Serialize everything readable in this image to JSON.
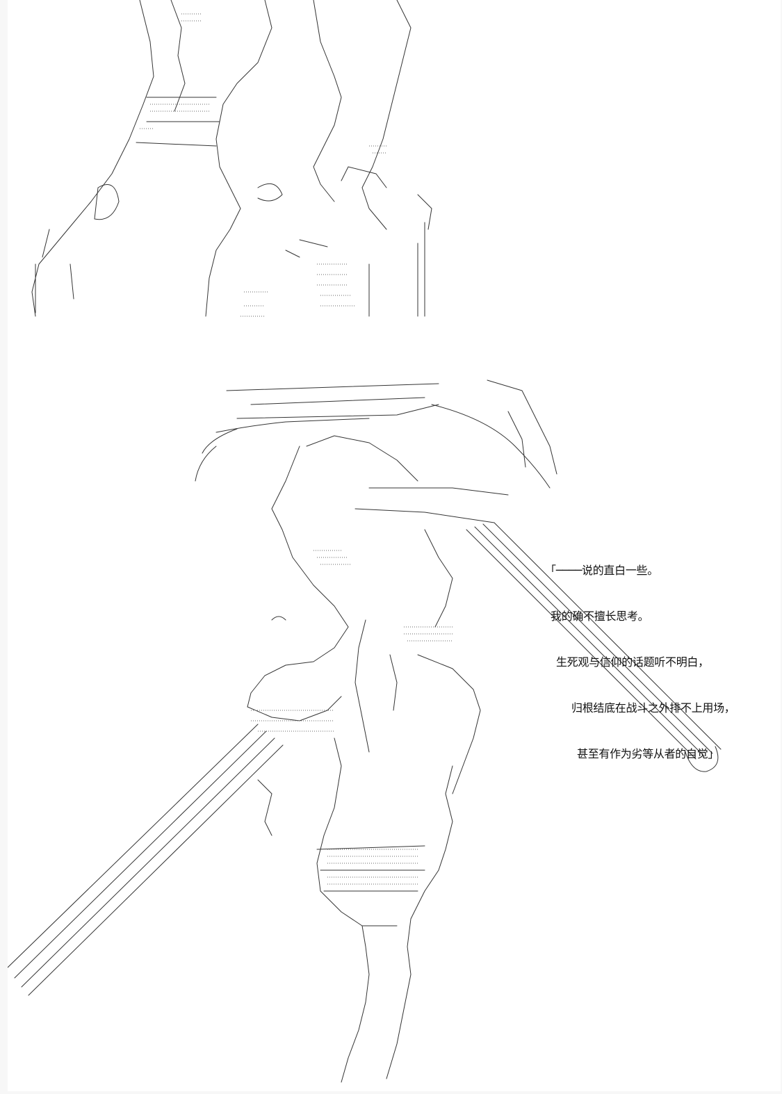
{
  "colors": {
    "background": "#f7f7f7",
    "panel": "#ffffff",
    "ink": "#333333",
    "text": "#111111"
  },
  "speech": {
    "lines": [
      "「────说的直白一些。",
      "我的确不擅长思考。",
      "生死观与信仰的话题听不明白，",
      "归根结底在战斗之外排不上用场，",
      "甚至有作为劣等从者的自觉」"
    ]
  }
}
